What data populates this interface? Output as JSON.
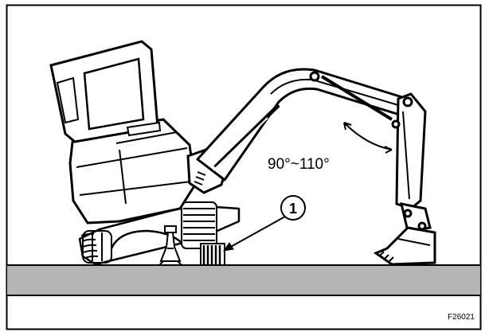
{
  "diagram": {
    "angle_label": "90°~110°",
    "callout_number": "1",
    "figure_code": "F26021"
  },
  "colors": {
    "ground": "#b4b4b4",
    "line": "#000000",
    "background": "#ffffff"
  }
}
